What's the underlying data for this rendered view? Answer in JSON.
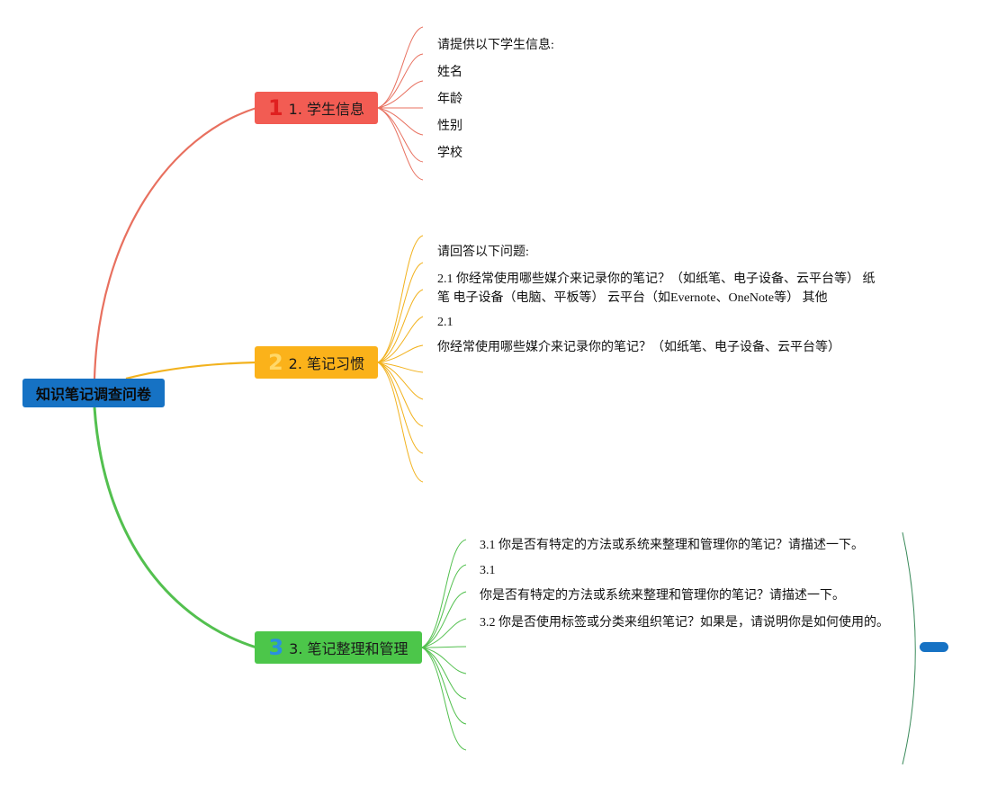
{
  "root": {
    "label": "知识笔记调查问卷"
  },
  "branches": [
    {
      "number": "1",
      "label": "1. 学生信息",
      "color": "#f25c53",
      "line_color": "#e8705f",
      "items": [
        "请提供以下学生信息:",
        "姓名",
        "年龄",
        "性别",
        "学校"
      ]
    },
    {
      "number": "2",
      "label": "2. 笔记习惯",
      "color": "#fbb21a",
      "line_color": "#f2b21e",
      "items": [
        "请回答以下问题:",
        "2.1 你经常使用哪些媒介来记录你的笔记？（如纸笔、电子设备、云平台等） 纸笔 电子设备（电脑、平板等） 云平台（如Evernote、OneNote等） 其他",
        "2.1",
        "你经常使用哪些媒介来记录你的笔记？（如纸笔、电子设备、云平台等）"
      ]
    },
    {
      "number": "3",
      "label": "3. 笔记整理和管理",
      "color": "#4cc64a",
      "line_color": "#53c04f",
      "items": [
        "3.1 你是否有特定的方法或系统来整理和管理你的笔记？请描述一下。",
        "3.1",
        "你是否有特定的方法或系统来整理和管理你的笔记？请描述一下。",
        "3.2 你是否使用标签或分类来组织笔记？如果是，请说明你是如何使用的。"
      ]
    }
  ],
  "colors": {
    "root": "#1672c4",
    "collapse_handle": "#1672c4",
    "boundary_line": "#3a8a5a"
  }
}
